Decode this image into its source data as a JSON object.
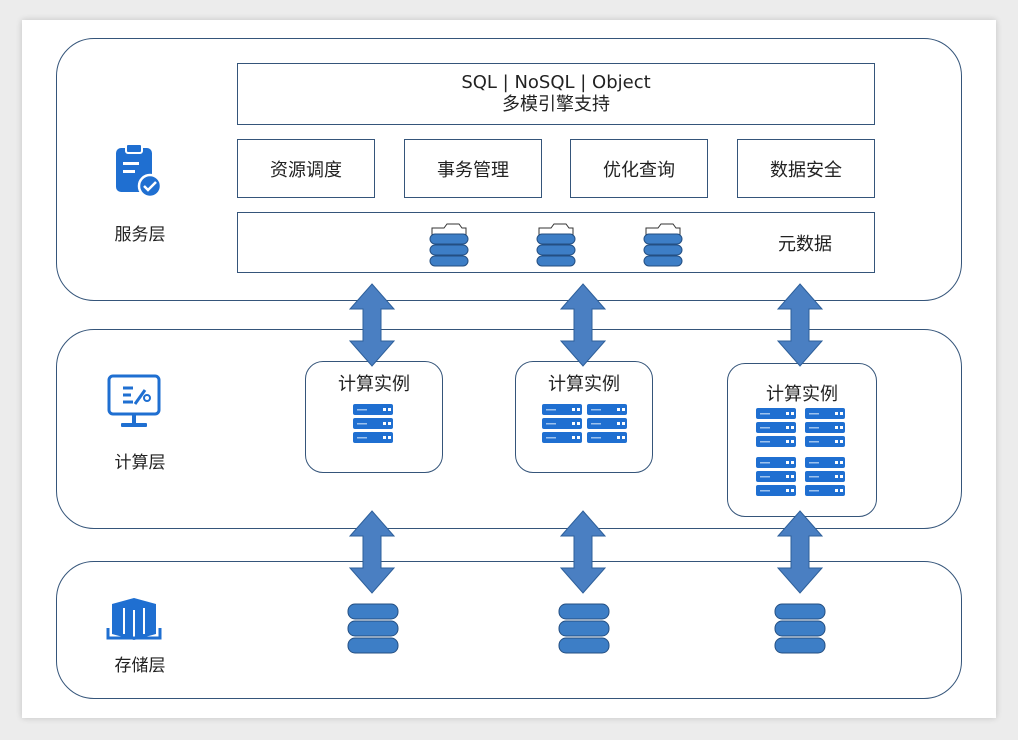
{
  "service_layer": {
    "label": "服务层",
    "icon": "clipboard-check-icon",
    "engine_line1": "SQL | NoSQL | Object",
    "engine_line2": "多模引擎支持",
    "modules": [
      "资源调度",
      "事务管理",
      "优化查询",
      "数据安全"
    ],
    "metadata_label": "元数据"
  },
  "compute_layer": {
    "label": "计算层",
    "icon": "monitor-icon",
    "instances": [
      {
        "label": "计算实例",
        "server_groups": 1
      },
      {
        "label": "计算实例",
        "server_groups": 2
      },
      {
        "label": "计算实例",
        "server_groups": 4
      }
    ]
  },
  "storage_layer": {
    "label": "存储层",
    "icon": "container-icon",
    "nodes": 3
  },
  "colors": {
    "border": "#35557a",
    "accent": "#1f6fd1",
    "arrow": "#4a7fc2",
    "db_fill": "#3d7ec6"
  }
}
